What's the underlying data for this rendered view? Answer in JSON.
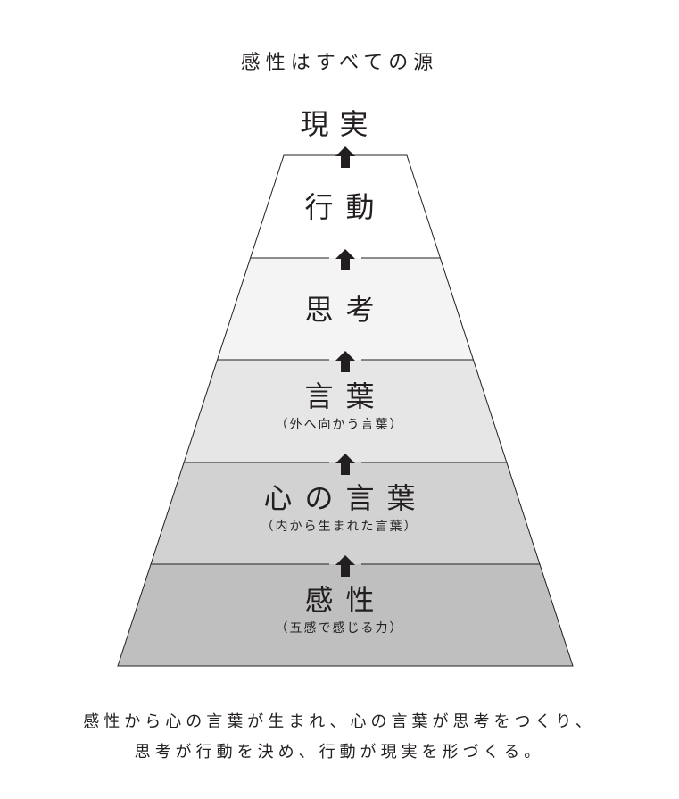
{
  "title": "感性はすべての源",
  "apex_label": "現実",
  "layers": [
    {
      "title": "行動",
      "subtitle": "",
      "fill": "#ffffff"
    },
    {
      "title": "思考",
      "subtitle": "",
      "fill": "#f3f4f3"
    },
    {
      "title": "言葉",
      "subtitle": "（外へ向かう言葉）",
      "fill": "#e6e6e6"
    },
    {
      "title": "心の言葉",
      "subtitle": "（内から生まれた言葉）",
      "fill": "#d2d2d2"
    },
    {
      "title": "感性",
      "subtitle": "（五感で感じる力）",
      "fill": "#bfbfbf"
    }
  ],
  "caption": {
    "line1": "感性から心の言葉が生まれ、心の言葉が思考をつくり、",
    "line2": "思考が行動を決め、行動が現実を形づくる。"
  },
  "colors": {
    "text": "#231f20",
    "outline": "#231f20"
  }
}
